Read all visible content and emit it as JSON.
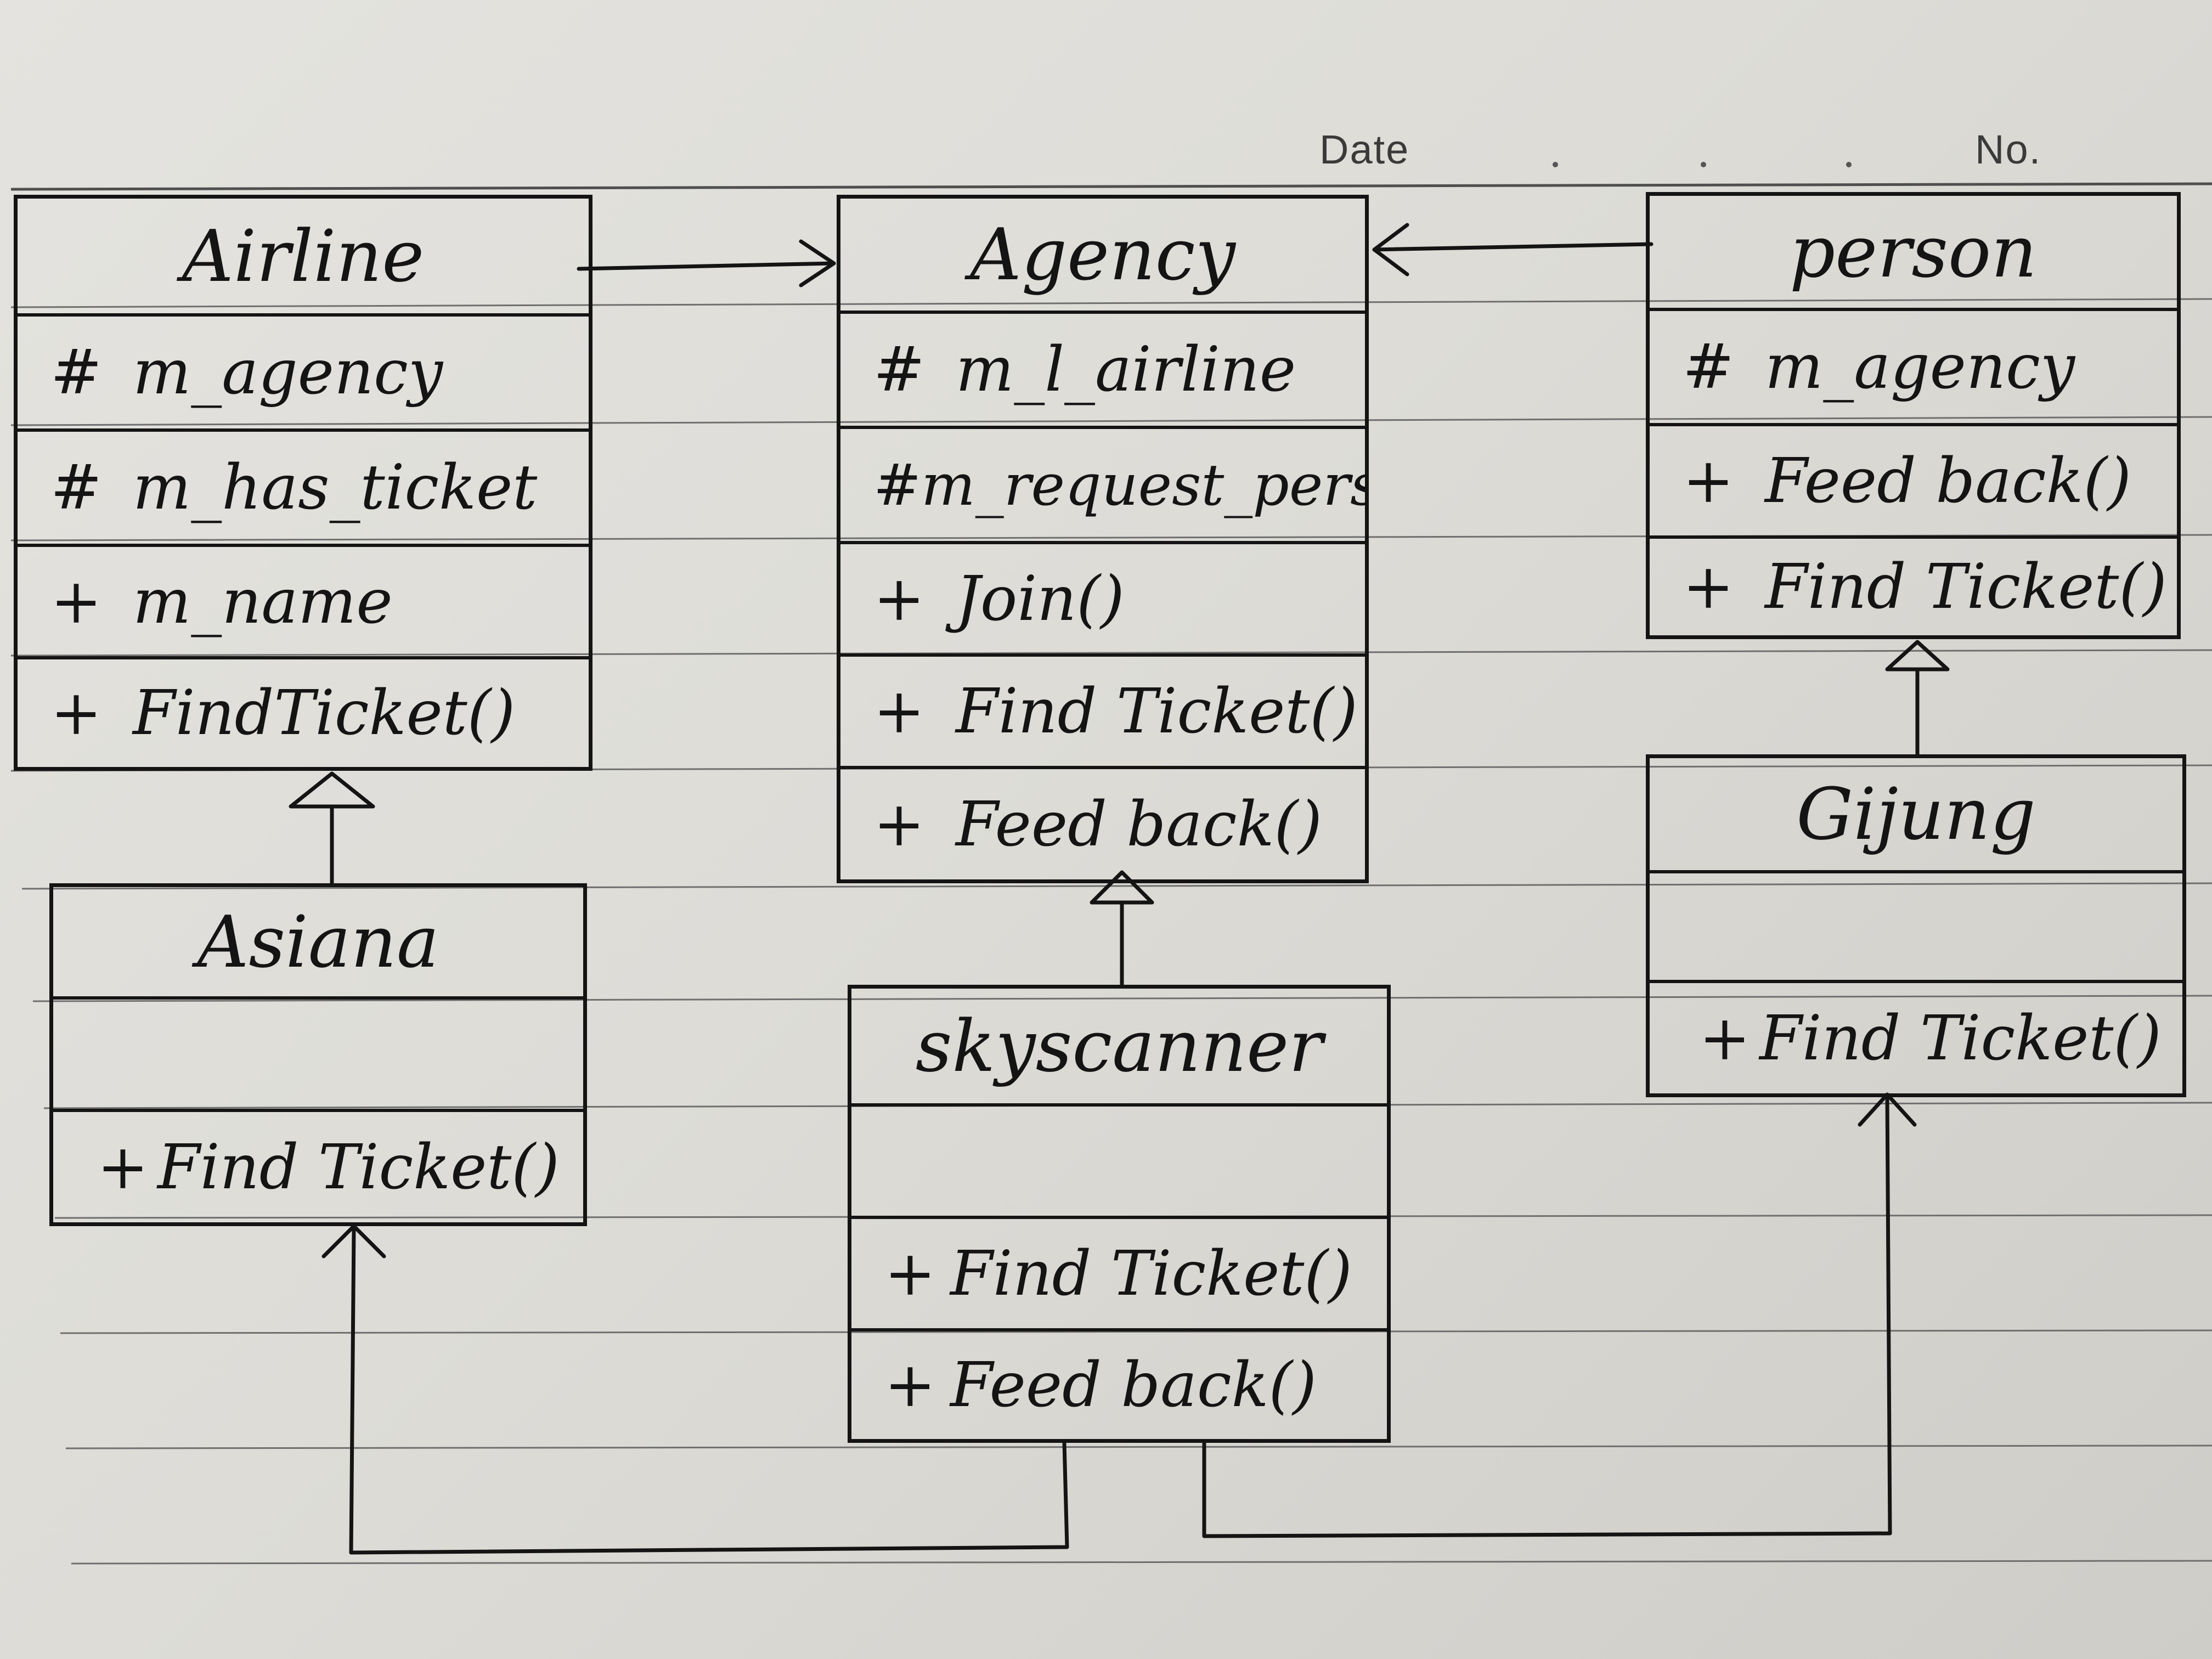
{
  "header": {
    "date_label": "Date",
    "no_label": "No."
  },
  "classes": {
    "airline": {
      "name": "Airline",
      "attributes": [
        {
          "symbol": "#",
          "text": "m_agency"
        },
        {
          "symbol": "#",
          "text": "m_has_ticket"
        },
        {
          "symbol": "+",
          "text": "m_name"
        }
      ],
      "methods": [
        {
          "symbol": "+",
          "text": "FindTicket()"
        }
      ]
    },
    "agency": {
      "name": "Agency",
      "attributes": [
        {
          "symbol": "#",
          "text": "m_l_airline"
        },
        {
          "symbol": "#",
          "text": "m_request_person"
        }
      ],
      "methods": [
        {
          "symbol": "+",
          "text": "Join()"
        },
        {
          "symbol": "+",
          "text": "Find Ticket()"
        },
        {
          "symbol": "+",
          "text": "Feed back()"
        }
      ]
    },
    "person": {
      "name": "person",
      "attributes": [
        {
          "symbol": "#",
          "text": "m_agency"
        }
      ],
      "methods": [
        {
          "symbol": "+",
          "text": "Feed back()"
        },
        {
          "symbol": "+",
          "text": "Find Ticket()"
        }
      ]
    },
    "asiana": {
      "name": "Asiana",
      "attributes": [],
      "methods": [
        {
          "symbol": "+",
          "text": "Find Ticket()"
        }
      ]
    },
    "skyscanner": {
      "name": "skyscanner",
      "attributes": [],
      "methods": [
        {
          "symbol": "+",
          "text": "Find Ticket()"
        },
        {
          "symbol": "+",
          "text": "Feed back()"
        }
      ]
    },
    "gijung": {
      "name": "Gijung",
      "attributes": [],
      "methods": [
        {
          "symbol": "+",
          "text": "Find Ticket()"
        }
      ]
    }
  },
  "relations": [
    {
      "from": "airline",
      "to": "agency",
      "kind": "association"
    },
    {
      "from": "person",
      "to": "agency",
      "kind": "association"
    },
    {
      "from": "asiana",
      "to": "airline",
      "kind": "inheritance"
    },
    {
      "from": "skyscanner",
      "to": "agency",
      "kind": "inheritance"
    },
    {
      "from": "gijung",
      "to": "person",
      "kind": "inheritance"
    },
    {
      "from": "skyscanner",
      "to": "asiana",
      "kind": "association"
    },
    {
      "from": "skyscanner",
      "to": "gijung",
      "kind": "association"
    }
  ]
}
